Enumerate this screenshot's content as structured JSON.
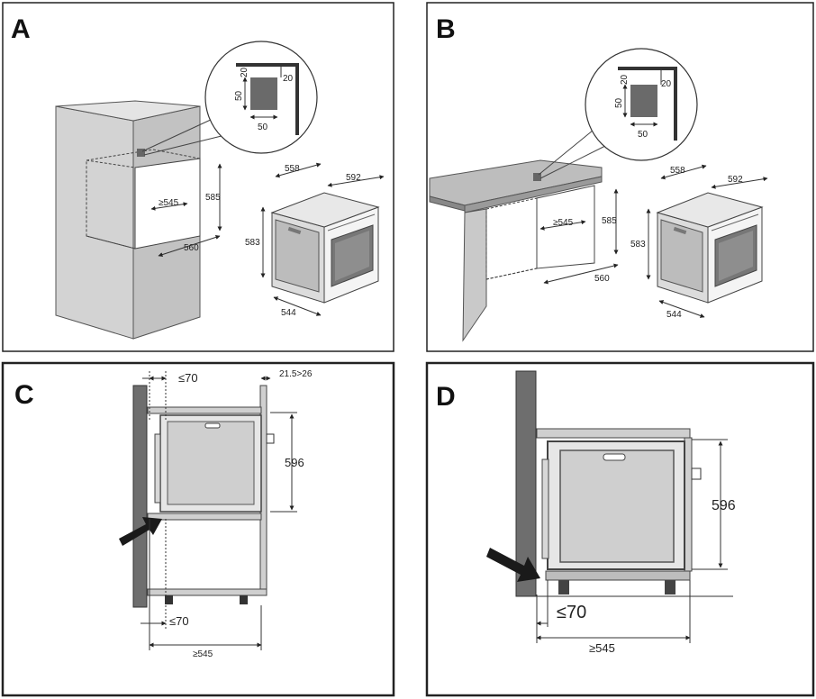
{
  "panels": {
    "a": {
      "label": "A",
      "inset": {
        "top": "20",
        "right": "20",
        "left": "50",
        "bottom": "50"
      },
      "dims": {
        "niche_height": "585",
        "niche_width": "≥545",
        "niche_depth": "560",
        "oven_width": "558",
        "oven_depth": "592",
        "oven_height": "583",
        "oven_bottom": "544"
      }
    },
    "b": {
      "label": "B",
      "inset": {
        "top": "20",
        "right": "20",
        "left": "50",
        "bottom": "50"
      },
      "dims": {
        "niche_height": "585",
        "niche_width": "≥545",
        "niche_depth": "560",
        "oven_width": "558",
        "oven_depth": "592",
        "oven_height": "583",
        "oven_bottom": "544"
      }
    },
    "c": {
      "label": "C",
      "dims": {
        "top_gap": "≤70",
        "top_right": "21.5>26",
        "height": "596",
        "bottom_gap": "≤70",
        "depth": "≥545"
      }
    },
    "d": {
      "label": "D",
      "dims": {
        "height": "596",
        "bottom_gap": "≤70",
        "depth": "≥545"
      }
    }
  },
  "colors": {
    "frame": "#222222",
    "panel_grey": "#c8c8c8",
    "dark_grey": "#6a6a6a",
    "arrow": "#1a1a1a"
  }
}
